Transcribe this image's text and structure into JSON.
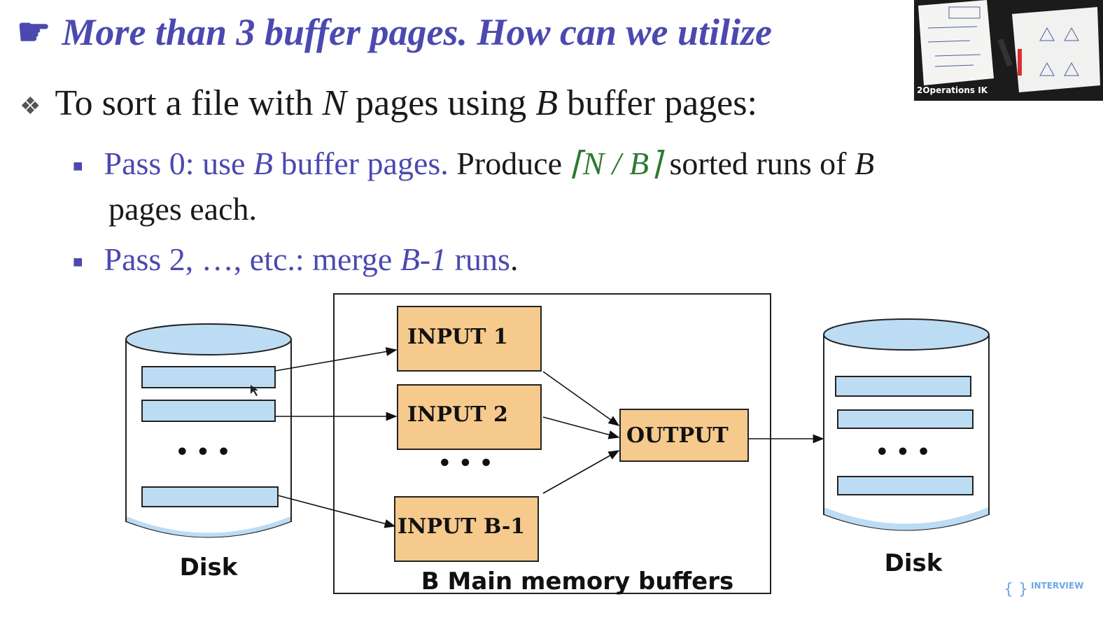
{
  "slide": {
    "title": "More than 3 buffer pages.  How can we utilize",
    "point_main": {
      "t1": "To sort a file with ",
      "N": "N",
      "t2": " pages using ",
      "B": "B",
      "t3": " buffer pages:"
    },
    "sub1": {
      "t1": "Pass 0: use ",
      "B": "B",
      "t2": " buffer pages.",
      "t3": " Produce ",
      "formula": "⌈N / B⌉",
      "t4": " sorted runs of ",
      "B2": "B",
      "t5": "pages each."
    },
    "sub2": {
      "t1": "Pass 2, …,  etc.: merge ",
      "var": "B-1",
      "t2": " runs",
      "t3": "."
    }
  },
  "diagram": {
    "input1": "INPUT 1",
    "input2": "INPUT 2",
    "inputB1": "INPUT B-1",
    "output": "OUTPUT",
    "dots": "• • •",
    "memory_label": "B Main memory buffers",
    "disk_left": "Disk",
    "disk_right": "Disk",
    "colors": {
      "disk": "#bcdcf4",
      "buffer": "#f6c98c",
      "accent": "#4b49b0"
    }
  },
  "webcam": {
    "caption": "2Operations IK"
  },
  "logo": {
    "brackets": "{ }",
    "text": "INTERVIEW"
  }
}
